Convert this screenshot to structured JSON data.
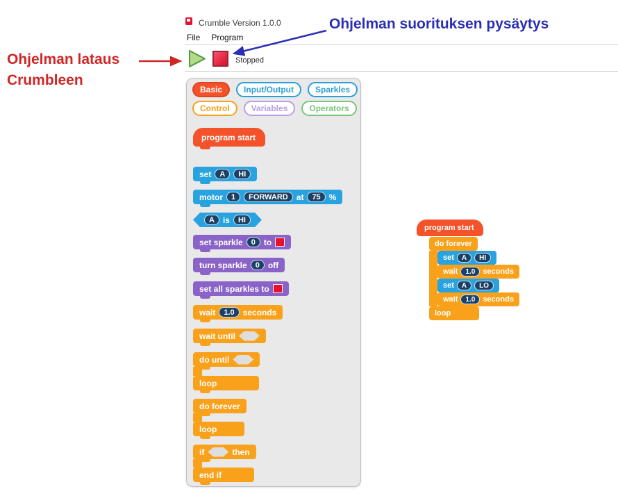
{
  "window": {
    "title": "Crumble Version 1.0.0",
    "menu": {
      "file": "File",
      "program": "Program"
    },
    "toolbar": {
      "status": "Stopped",
      "play_icon": "run-program-arrow",
      "stop_icon": "stop-program-square"
    }
  },
  "annotations": {
    "stop_label": "Ohjelman suorituksen pysäytys",
    "load_line1": "Ohjelman lataus",
    "load_line2": "Crumbleen"
  },
  "colors": {
    "basic_category": "#f4522a",
    "io_category": "#2a9fd8",
    "control_category": "#f9a11b",
    "variables_category": "#bb9ce8",
    "operators_category": "#7cc47c",
    "blue_block": "#29a3e0",
    "purple_block": "#8a63c9",
    "orange_block": "#f9a11b",
    "hat_block": "#f4522a",
    "value_slot": "#1b4266",
    "red_swatch": "#e8112d",
    "annotation_red": "#cf2626",
    "annotation_blue": "#2b2fb5"
  },
  "palette": {
    "categories": {
      "basic": "Basic",
      "io": "Input/Output",
      "sparkles": "Sparkles",
      "control": "Control",
      "variables": "Variables",
      "operators": "Operators"
    },
    "blocks": {
      "program_start": "program start",
      "set_pin": {
        "set": "set",
        "pin": "A",
        "value": "HI"
      },
      "motor": {
        "motor": "motor",
        "num": "1",
        "dir": "FORWARD",
        "at": "at",
        "pct": "75",
        "unit": "%"
      },
      "pin_is": {
        "pin": "A",
        "is": "is",
        "value": "HI"
      },
      "set_sparkle": {
        "label": "set sparkle",
        "num": "0",
        "to": "to"
      },
      "turn_sparkle": {
        "label": "turn sparkle",
        "num": "0",
        "off": "off"
      },
      "set_all": {
        "label": "set all sparkles to"
      },
      "wait": {
        "wait": "wait",
        "num": "1.0",
        "unit": "seconds"
      },
      "wait_until": "wait until",
      "do_until": {
        "label": "do until",
        "loop": "loop"
      },
      "do_forever": {
        "label": "do forever",
        "loop": "loop"
      },
      "if_block": {
        "if": "if",
        "then": "then",
        "end": "end if"
      }
    }
  },
  "workspace": {
    "program_start": "program start",
    "do_forever": "do forever",
    "set_hi": {
      "set": "set",
      "pin": "A",
      "value": "HI"
    },
    "wait1": {
      "wait": "wait",
      "num": "1.0",
      "unit": "seconds"
    },
    "set_lo": {
      "set": "set",
      "pin": "A",
      "value": "LO"
    },
    "wait2": {
      "wait": "wait",
      "num": "1.0",
      "unit": "seconds"
    },
    "loop": "loop"
  }
}
